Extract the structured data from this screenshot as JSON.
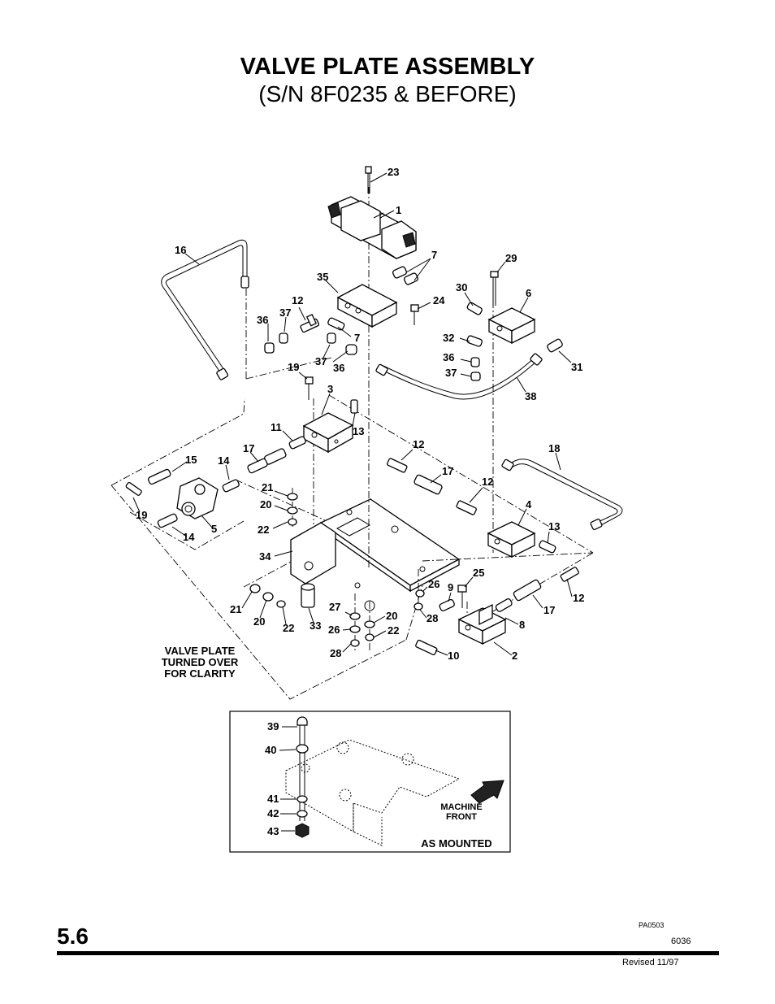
{
  "title": "VALVE PLATE ASSEMBLY",
  "subtitle": "(S/N 8F0235 & BEFORE)",
  "callouts": [
    {
      "label": "23"
    },
    {
      "label": "1"
    },
    {
      "label": "16"
    },
    {
      "label": "7"
    },
    {
      "label": "29"
    },
    {
      "label": "35"
    },
    {
      "label": "30"
    },
    {
      "label": "6"
    },
    {
      "label": "12"
    },
    {
      "label": "24"
    },
    {
      "label": "37"
    },
    {
      "label": "36"
    },
    {
      "label": "7"
    },
    {
      "label": "32"
    },
    {
      "label": "36"
    },
    {
      "label": "37"
    },
    {
      "label": "36"
    },
    {
      "label": "31"
    },
    {
      "label": "19"
    },
    {
      "label": "37"
    },
    {
      "label": "3"
    },
    {
      "label": "38"
    },
    {
      "label": "11"
    },
    {
      "label": "13"
    },
    {
      "label": "12"
    },
    {
      "label": "18"
    },
    {
      "label": "17"
    },
    {
      "label": "15"
    },
    {
      "label": "14"
    },
    {
      "label": "17"
    },
    {
      "label": "21"
    },
    {
      "label": "12"
    },
    {
      "label": "4"
    },
    {
      "label": "20"
    },
    {
      "label": "19"
    },
    {
      "label": "22"
    },
    {
      "label": "5"
    },
    {
      "label": "14"
    },
    {
      "label": "13"
    },
    {
      "label": "34"
    },
    {
      "label": "25"
    },
    {
      "label": "26"
    },
    {
      "label": "9"
    },
    {
      "label": "12"
    },
    {
      "label": "27"
    },
    {
      "label": "17"
    },
    {
      "label": "21"
    },
    {
      "label": "20"
    },
    {
      "label": "20"
    },
    {
      "label": "28"
    },
    {
      "label": "22"
    },
    {
      "label": "33"
    },
    {
      "label": "26"
    },
    {
      "label": "22"
    },
    {
      "label": "8"
    },
    {
      "label": "28"
    },
    {
      "label": "10"
    },
    {
      "label": "2"
    }
  ],
  "inset_callouts": [
    {
      "label": "39"
    },
    {
      "label": "40"
    },
    {
      "label": "41"
    },
    {
      "label": "42"
    },
    {
      "label": "43"
    }
  ],
  "notes": {
    "turned_over": [
      "VALVE PLATE",
      "TURNED OVER",
      "FOR CLARITY"
    ],
    "machine_front": [
      "MACHINE",
      "FRONT"
    ],
    "as_mounted": "AS MOUNTED"
  },
  "footer": {
    "page_number": "5.6",
    "ref_code": "PA0503",
    "doc_number": "6036",
    "revised": "Revised 11/97"
  }
}
